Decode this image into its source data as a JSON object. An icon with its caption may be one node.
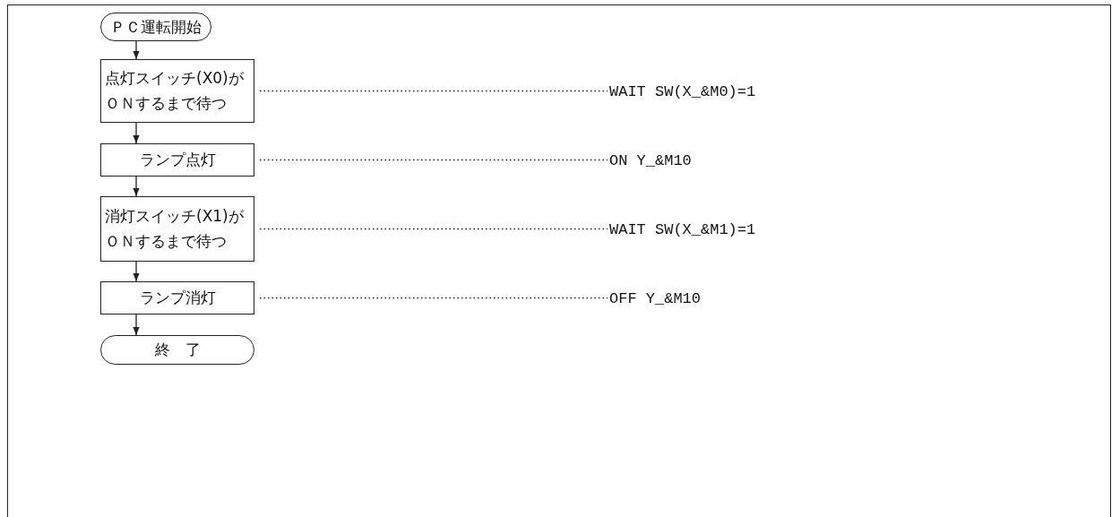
{
  "diagram": {
    "nodes": [
      {
        "text": [
          "ＰＣ運転開始"
        ]
      },
      {
        "text": [
          "点灯スイッチ(X0)がＯＮするまで待つ"
        ]
      },
      {
        "text": [
          "ランプ点灯"
        ]
      },
      {
        "text": [
          "消灯スイッチ(X1)がＯＮするまで待つ"
        ]
      },
      {
        "text": [
          "ランプ消灯"
        ]
      },
      {
        "text": [
          "終　了"
        ]
      },
      {
        "text": [
          "WAIT SW(X_&M0)=1"
        ]
      },
      {
        "text": [
          "ON Y_&M10"
        ]
      },
      {
        "text": [
          "WAIT SW(X_&M1)=1"
        ]
      },
      {
        "text": [
          "OFF Y_&M10"
        ]
      }
    ],
    "edges": [
      {
        "from": 0,
        "to": 1,
        "arrow": "to"
      },
      {
        "from": 1,
        "to": 2,
        "arrow": "to"
      },
      {
        "from": 2,
        "to": 3,
        "arrow": "to"
      },
      {
        "from": 3,
        "to": 4,
        "arrow": "to"
      },
      {
        "from": 4,
        "to": 5,
        "arrow": "to"
      },
      {
        "from": 1,
        "to": 6,
        "arrow": "none",
        "style": "dashed"
      },
      {
        "from": 2,
        "to": 7,
        "arrow": "none",
        "style": "dashed"
      },
      {
        "from": 3,
        "to": 8,
        "arrow": "none",
        "style": "dashed"
      },
      {
        "from": 4,
        "to": 9,
        "arrow": "none",
        "style": "dashed"
      }
    ]
  }
}
